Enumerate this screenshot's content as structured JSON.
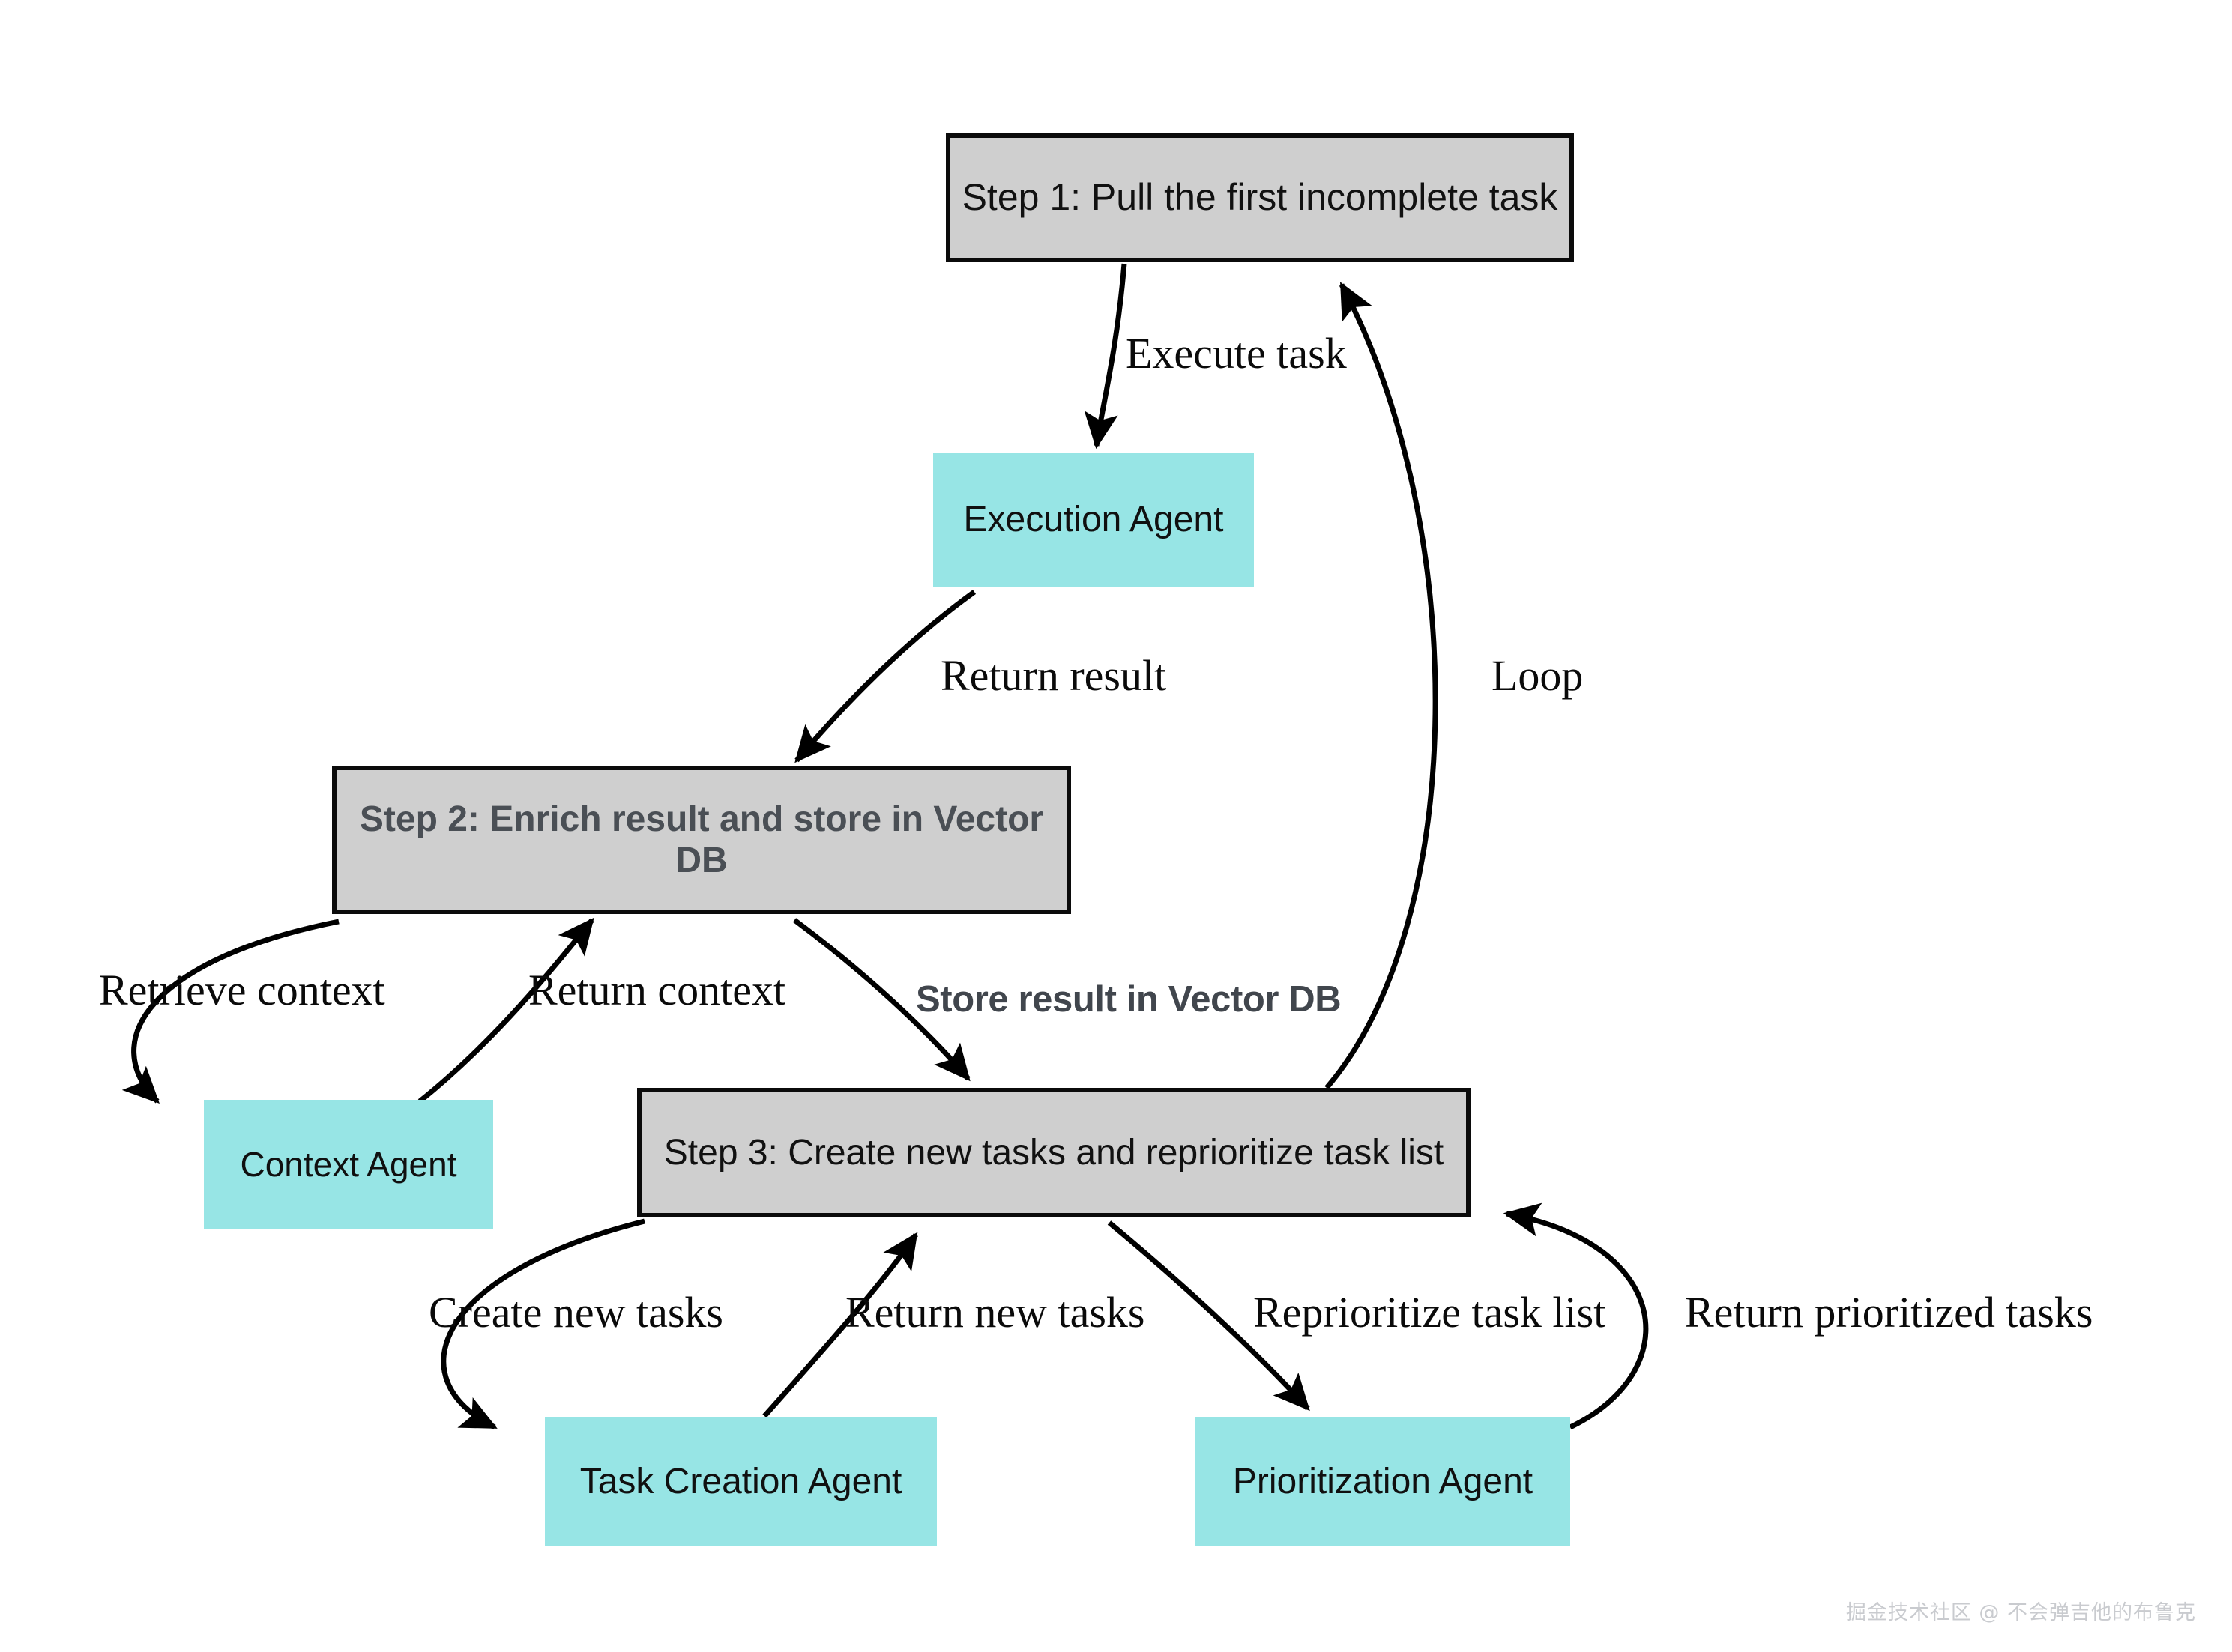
{
  "diagram": {
    "title": "BabyAGI task execution loop",
    "background_color": "#ffffff",
    "step_box_color": "#cfcfcf",
    "step_box_border_color": "#0b0b0b",
    "agent_box_color": "#97e5e5",
    "edge_color": "#000000",
    "serif_label_color": "#0a0a0a",
    "muted_label_color": "#41464d"
  },
  "nodes": [
    {
      "id": "step1",
      "label": "Step 1: Pull the first incomplete task",
      "type": "step"
    },
    {
      "id": "execution_agent",
      "label": "Execution Agent",
      "type": "agent"
    },
    {
      "id": "step2",
      "label": "Step 2: Enrich result and store in Vector DB",
      "type": "step"
    },
    {
      "id": "context_agent",
      "label": "Context Agent",
      "type": "agent"
    },
    {
      "id": "step3",
      "label": "Step 3: Create new tasks and reprioritize task list",
      "type": "step"
    },
    {
      "id": "task_creation_agent",
      "label": "Task Creation Agent",
      "type": "agent"
    },
    {
      "id": "prioritization_agent",
      "label": "Prioritization Agent",
      "type": "agent"
    }
  ],
  "edges": [
    {
      "id": "e1",
      "from": "step1",
      "to": "execution_agent",
      "label": "Execute task",
      "style": "serif"
    },
    {
      "id": "e2",
      "from": "execution_agent",
      "to": "step2",
      "label": "Return result",
      "style": "serif"
    },
    {
      "id": "e3",
      "from": "step2",
      "to": "context_agent",
      "label": "Retrieve context",
      "style": "serif"
    },
    {
      "id": "e4",
      "from": "context_agent",
      "to": "step2",
      "label": "Return context",
      "style": "serif"
    },
    {
      "id": "e5",
      "from": "step2",
      "to": "step3",
      "label": "Store result in Vector DB",
      "style": "sans-bold"
    },
    {
      "id": "e6",
      "from": "step3",
      "to": "task_creation_agent",
      "label": "Create new tasks",
      "style": "serif"
    },
    {
      "id": "e7",
      "from": "task_creation_agent",
      "to": "step3",
      "label": "Return new tasks",
      "style": "serif"
    },
    {
      "id": "e8",
      "from": "step3",
      "to": "prioritization_agent",
      "label": "Reprioritize task list",
      "style": "serif"
    },
    {
      "id": "e9",
      "from": "prioritization_agent",
      "to": "step3",
      "label": "Return prioritized tasks",
      "style": "serif"
    },
    {
      "id": "e10",
      "from": "step3",
      "to": "step1",
      "label": "Loop",
      "style": "serif"
    }
  ],
  "watermark": {
    "text": "掘金技术社区 @ 不会弹吉他的布鲁克"
  }
}
